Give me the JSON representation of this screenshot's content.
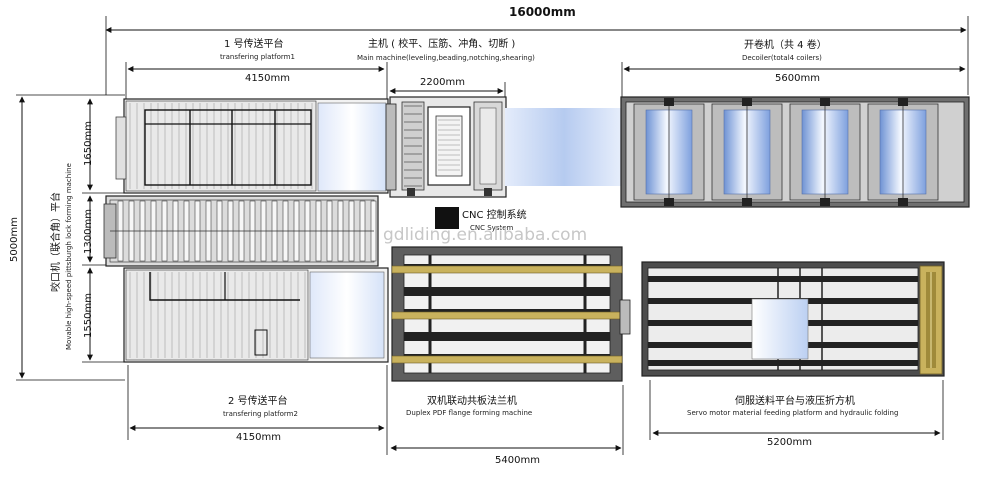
{
  "overall_length": "16000mm",
  "overall_width": "5000mm",
  "watermark": "gdliding.en.alibaba.com",
  "sections": {
    "platform1": {
      "cn": "1 号传送平台",
      "en": "transfering platform1",
      "dim": "4150mm"
    },
    "main_machine": {
      "cn": "主机 ( 校平、压筋、冲角、切断 )",
      "en": "Main machine(leveling,beading,notching,shearing)",
      "dim": "2200mm"
    },
    "decoiler": {
      "cn": "开卷机（共 4 卷）",
      "en": "Decoiler(total4 coilers)",
      "dim": "5600mm"
    },
    "cnc": {
      "cn": "CNC 控制系统",
      "en": "CNC System"
    },
    "pittsburgh": {
      "cn": "咬口机（联合角）平台",
      "en": "Movable high-speed pittsburgh lock forming machine"
    },
    "platform2": {
      "cn": "2 号传送平台",
      "en": "transfering platform2",
      "dim": "4150mm"
    },
    "duplex": {
      "cn": "双机联动共板法兰机",
      "en": "Duplex PDF flange forming machine",
      "dim": "5400mm"
    },
    "servo": {
      "cn": "伺服送料平台与液压折方机",
      "en": "Servo motor material feeding platform and hydraulic folding",
      "dim": "5200mm"
    }
  },
  "vertical_dims": {
    "top": "1650mm",
    "middle": "1300mm",
    "bottom": "1550mm"
  }
}
